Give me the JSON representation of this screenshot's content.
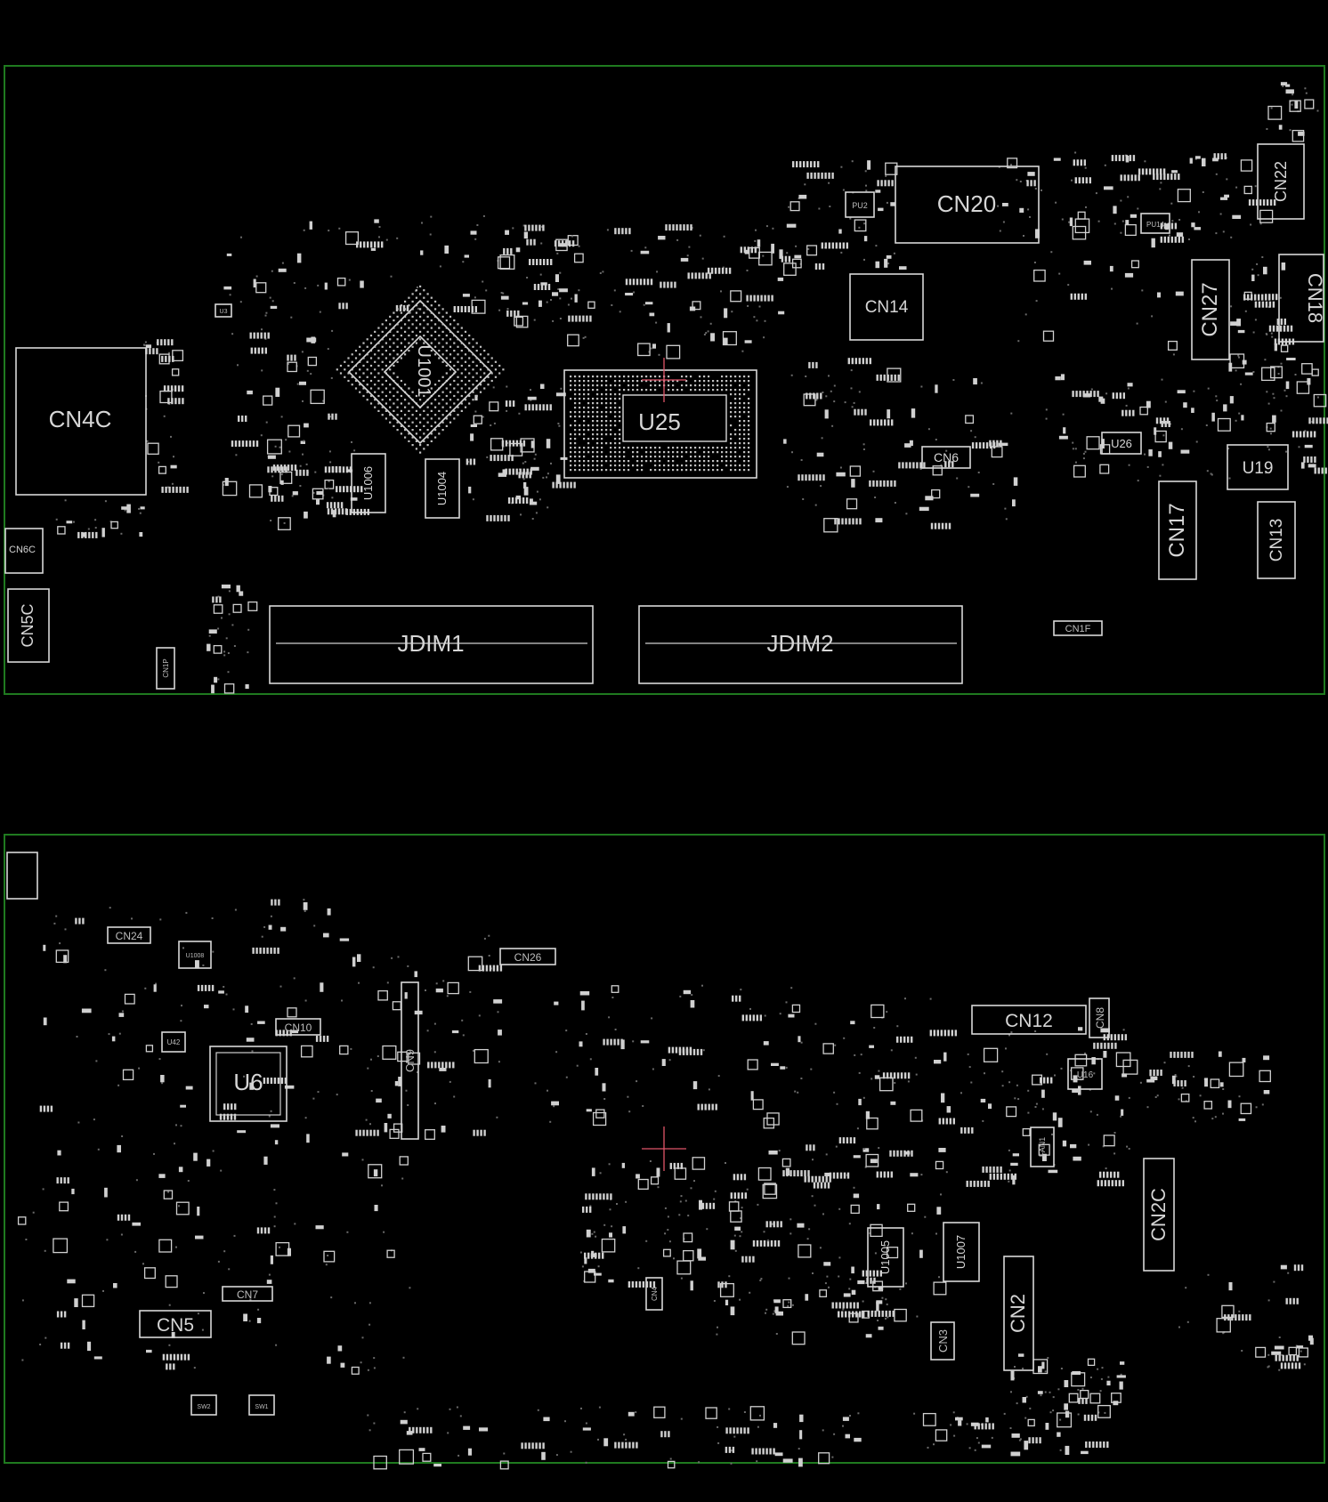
{
  "colors": {
    "background": "#000000",
    "board_frame": "#1f7a1f",
    "silkscreen": "#d8d8d8",
    "origin_marker": "#e0556a"
  },
  "top_side": {
    "labels": {
      "cn20": "CN20",
      "cn22": "CN22",
      "cn14": "CN14",
      "cn18": "CN18",
      "cn27": "CN27",
      "cn4c": "CN4C",
      "u25": "U25",
      "u1001": "U1001",
      "u1006": "U1006",
      "u1004": "U1004",
      "cn6": "CN6",
      "u26": "U26",
      "u19": "U19",
      "cn17": "CN17",
      "cn13": "CN13",
      "cn6c": "CN6C",
      "cn5c": "CN5C",
      "cn1p": "CN1P",
      "jdim1": "JDIM1",
      "jdim2": "JDIM2",
      "cn1f": "CN1F",
      "pu2": "PU2",
      "pu14": "PU14",
      "u3": "U3"
    }
  },
  "bottom_side": {
    "labels": {
      "cn24": "CN24",
      "cn26": "CN26",
      "cn10": "CN10",
      "u6": "U6",
      "cn9": "CN9",
      "cn12": "CN12",
      "cn8": "CN8",
      "u16": "U16",
      "fan1": "FAN1",
      "cn2c": "CN2C",
      "u1005": "U1005",
      "u1007": "U1007",
      "cn2": "CN2",
      "cn3": "CN3",
      "cn4": "CN4",
      "cn5": "CN5",
      "cn7": "CN7",
      "sw2": "SW2",
      "sw1": "SW1",
      "u1008": "U1008",
      "u42": "U42"
    }
  }
}
